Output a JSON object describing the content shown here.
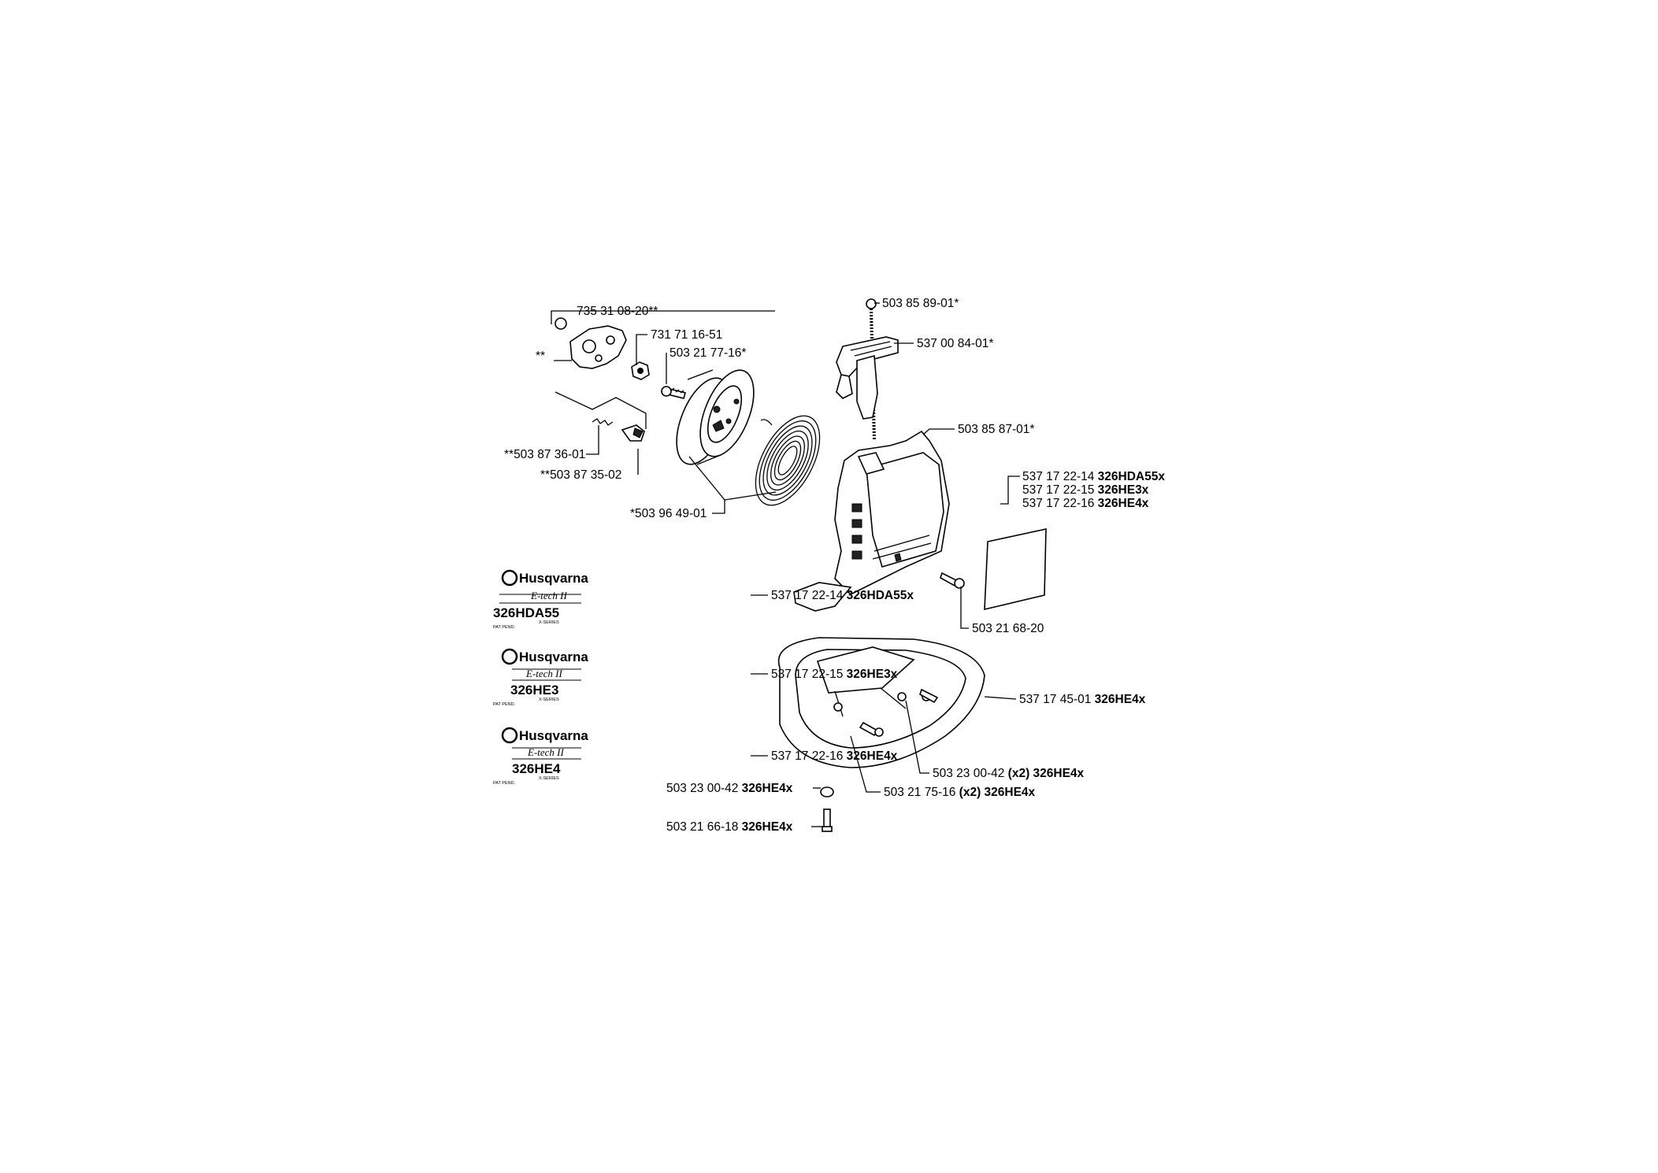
{
  "callouts": {
    "c1": {
      "pn": "735 31 08-20**",
      "suffix": ""
    },
    "c2": {
      "pn": "**",
      "suffix": ""
    },
    "c3": {
      "pn": "731 71 16-51",
      "suffix": ""
    },
    "c4": {
      "pn": "503 21 77-16*",
      "suffix": ""
    },
    "c5": {
      "pn": "**503 87 36-01",
      "suffix": ""
    },
    "c6": {
      "pn": "**503 87 35-02",
      "suffix": ""
    },
    "c7": {
      "pn": "*503 96 49-01",
      "suffix": ""
    },
    "c8": {
      "pn": "503 85 89-01*",
      "suffix": ""
    },
    "c9": {
      "pn": "537 00 84-01*",
      "suffix": ""
    },
    "c10": {
      "pn": "503 85 87-01*",
      "suffix": ""
    },
    "c11": {
      "pn": "537 17 22-14 ",
      "suffix": "326HDA55x"
    },
    "c12": {
      "pn": "537 17 22-15 ",
      "suffix": "326HE3x"
    },
    "c13": {
      "pn": "537 17 22-16 ",
      "suffix": "326HE4x"
    },
    "c14": {
      "pn": "503 21 68-20",
      "suffix": ""
    },
    "c15": {
      "pn": "537 17 22-14 ",
      "suffix": "326HDA55x"
    },
    "c16": {
      "pn": "537 17 22-15 ",
      "suffix": "326HE3x"
    },
    "c17": {
      "pn": "537 17 45-01 ",
      "suffix": "326HE4x"
    },
    "c18": {
      "pn": "537 17 22-16 ",
      "suffix": "326HE4x"
    },
    "c19": {
      "pn": "503 23 00-42 ",
      "suffix": "(x2) 326HE4x"
    },
    "c20": {
      "pn": "503 23 00-42 ",
      "suffix": "326HE4x"
    },
    "c21": {
      "pn": "503 21 75-16 ",
      "suffix": "(x2) 326HE4x"
    },
    "c22": {
      "pn": "503 21 66-18 ",
      "suffix": "326HE4x"
    }
  },
  "decals": [
    {
      "brand": "Husqvarna",
      "tech": "E-tech II",
      "model": "326HDA55",
      "series": "X-SERIES",
      "pat": "PAT PEND."
    },
    {
      "brand": "Husqvarna",
      "tech": "E-tech II",
      "model": "326HE3",
      "series": "X-SERIES",
      "pat": "PAT PEND."
    },
    {
      "brand": "Husqvarna",
      "tech": "E-tech II",
      "model": "326HE4",
      "series": "X-SERIES",
      "pat": "PAT PEND."
    }
  ]
}
